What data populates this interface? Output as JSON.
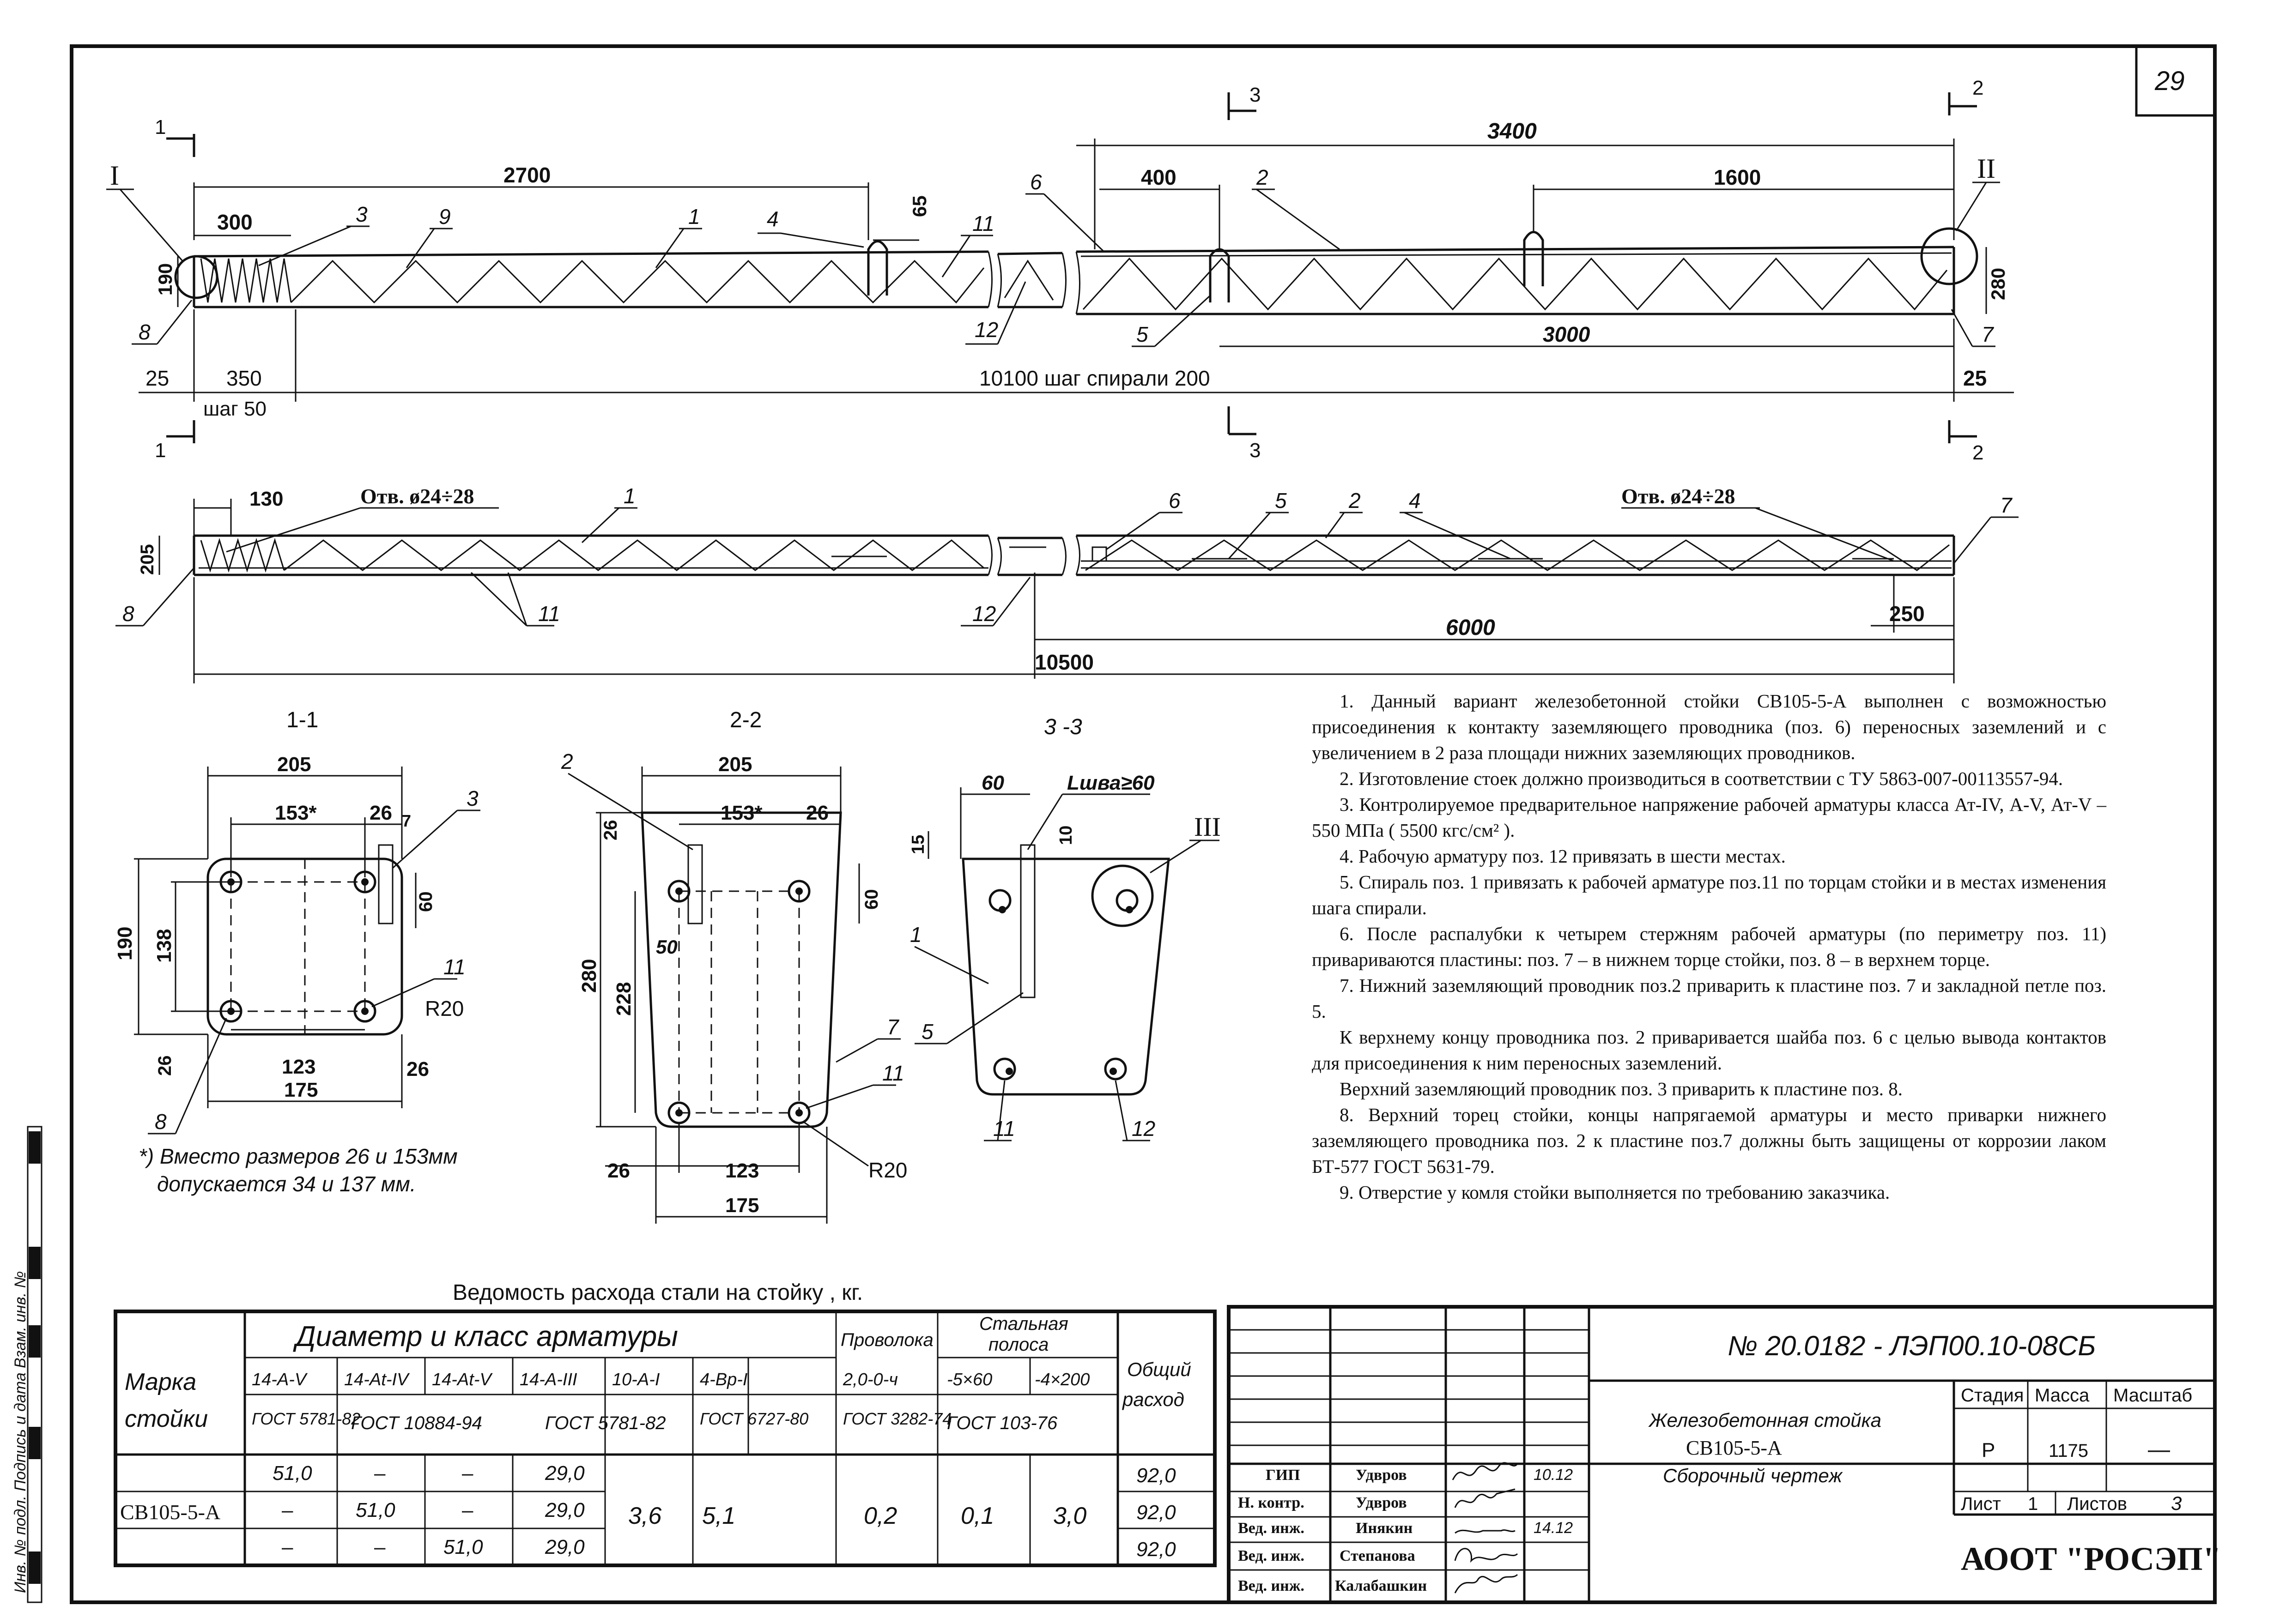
{
  "sheet_number": "29",
  "top_view": {
    "dims": {
      "overall_left": "2700",
      "d300": "300",
      "d190": "190",
      "d25_left": "25",
      "d350": "350",
      "step50": "шаг 50",
      "spiral": "10100 шаг спирали 200",
      "d65": "65",
      "overall_right": "3400",
      "d400": "400",
      "d1600": "1600",
      "d3000": "3000",
      "d280": "280",
      "d25_right": "25"
    },
    "callouts": [
      "3",
      "9",
      "1",
      "4",
      "11",
      "8",
      "12",
      "6",
      "2",
      "5",
      "7"
    ],
    "section_marks": {
      "s1": "1",
      "s2": "2",
      "s3": "3"
    },
    "nodes": {
      "I": "I",
      "II": "II"
    }
  },
  "side_view": {
    "dims": {
      "d130": "130",
      "d205": "205",
      "hole_left": "Отв. ø24÷28",
      "hole_right": "Отв. ø24÷28",
      "d6000": "6000",
      "d250": "250",
      "d10500": "10500"
    },
    "callouts": [
      "1",
      "8",
      "11",
      "12",
      "6",
      "5",
      "2",
      "4",
      "7"
    ]
  },
  "section_1_1": {
    "title": "1-1",
    "dims": [
      "205",
      "153*",
      "26",
      "7",
      "60",
      "190",
      "138",
      "26",
      "123",
      "26",
      "175",
      "R20"
    ],
    "callouts": [
      "3",
      "11",
      "8"
    ],
    "footnote": [
      "*) Вместо размеров 26 и 153мм",
      "допускается 34 и 137 мм."
    ]
  },
  "section_2_2": {
    "title": "2-2",
    "dims": [
      "205",
      "153*",
      "26",
      "26",
      "60",
      "50",
      "280",
      "228",
      "26",
      "123",
      "175",
      "R20"
    ],
    "callouts": [
      "2",
      "7",
      "11"
    ]
  },
  "section_3_3": {
    "title": "3 -3",
    "dims": [
      "60",
      "Lшва≥60",
      "15",
      "10"
    ],
    "callouts": [
      "III",
      "1",
      "5",
      "11",
      "12"
    ]
  },
  "notes": [
    "1. Данный вариант железобетонной стойки СВ105-5-А выполнен с возможностью присоединения к контакту заземляющего проводника (поз. 6) переносных заземлений и с увеличением в 2 раза площади нижних заземляющих проводников.",
    "2. Изготовление стоек должно производиться в соответствии с ТУ 5863-007-00113557-94.",
    "3. Контролируемое предварительное напряжение рабочей арматуры класса Ат-IV, А-V, Ат-V – 550 МПа ( 5500 кгс/см² ).",
    "4. Рабочую арматуру поз. 12 привязать в шести местах.",
    "5. Спираль поз. 1 привязать к рабочей арматуре поз.11 по торцам стойки и в местах изменения шага спирали.",
    "6. После распалубки к четырем стержням рабочей арматуры (по периметру поз. 11) привариваются пластины: поз. 7 – в нижнем торце стойки, поз. 8 – в верхнем торце.",
    "7. Нижний заземляющий проводник поз.2 приварить к пластине поз. 7 и закладной петле поз. 5.",
    "К верхнему концу проводника поз. 2 приваривается шайба поз. 6 с целью вывода контактов для присоединения к ним переносных заземлений.",
    "Верхний заземляющий проводник поз. 3 приварить к пластине поз. 8.",
    "8. Верхний торец стойки, концы напрягаемой арматуры и место приварки нижнего заземляющего проводника поз. 2 к пластине поз.7 должны быть защищены от коррозии лаком БТ-577 ГОСТ 5631-79.",
    "9. Отверстие у комля стойки выполняется по требованию заказчика."
  ],
  "steel_table": {
    "caption": "Ведомость расхода стали на стойку , кг.",
    "mark_header": "Марка стойки",
    "group_header": "Диаметр и класс арматуры",
    "wire_header": "Проволока",
    "strip_header": "Стальная полоса",
    "total_header": "Общий расход",
    "sub_headers": [
      "14-A-V",
      "14-At-IV",
      "14-At-V",
      "14-A-III",
      "10-A-I",
      "4-Вр-I",
      "2,0-0-ч",
      "-5×60",
      "-4×200"
    ],
    "standards": [
      "ГОСТ 5781-82",
      "ГОСТ 10884-94",
      "ГОСТ 5781-82",
      "ГОСТ 6727-80",
      "ГОСТ 3282-74",
      "ГОСТ 103-76"
    ],
    "mark": "СВ105-5-А",
    "rows": [
      [
        "51,0",
        "–",
        "–",
        "29,0",
        "92,0"
      ],
      [
        "–",
        "51,0",
        "–",
        "29,0",
        "92,0"
      ],
      [
        "–",
        "–",
        "51,0",
        "29,0",
        "92,0"
      ]
    ],
    "shared": {
      "a1": "3,6",
      "bp": "5,1",
      "wire": "0,2",
      "s560": "0,1",
      "s4200": "3,0"
    }
  },
  "title_block": {
    "doc_number": "№ 20.0182 - ЛЭП00.10-08СБ",
    "object_title": [
      "Железобетонная стойка",
      "СВ105-5-А",
      "Сборочный чертеж"
    ],
    "stage_label": "Стадия",
    "mass_label": "Масса",
    "scale_label": "Масштаб",
    "stage": "Р",
    "mass": "1175",
    "scale": "—",
    "sheet_label": "Лист",
    "sheet": "1",
    "sheets_label": "Листов",
    "sheets": "3",
    "org": "АООТ \"РОСЭП\"",
    "people": [
      {
        "role": "ГИП",
        "name": "Удвров",
        "date": "10.12"
      },
      {
        "role": "Н. контр.",
        "name": "Удвров",
        "date": ""
      },
      {
        "role": "Вед. инж.",
        "name": "Инякин",
        "date": "14.12"
      },
      {
        "role": "Вед. инж.",
        "name": "Степанова",
        "date": ""
      },
      {
        "role": "Вед. инж.",
        "name": "Калабашкин",
        "date": ""
      }
    ]
  },
  "margin_text": "Инв. № подл.   Подпись и дата   Взам. инв. №"
}
